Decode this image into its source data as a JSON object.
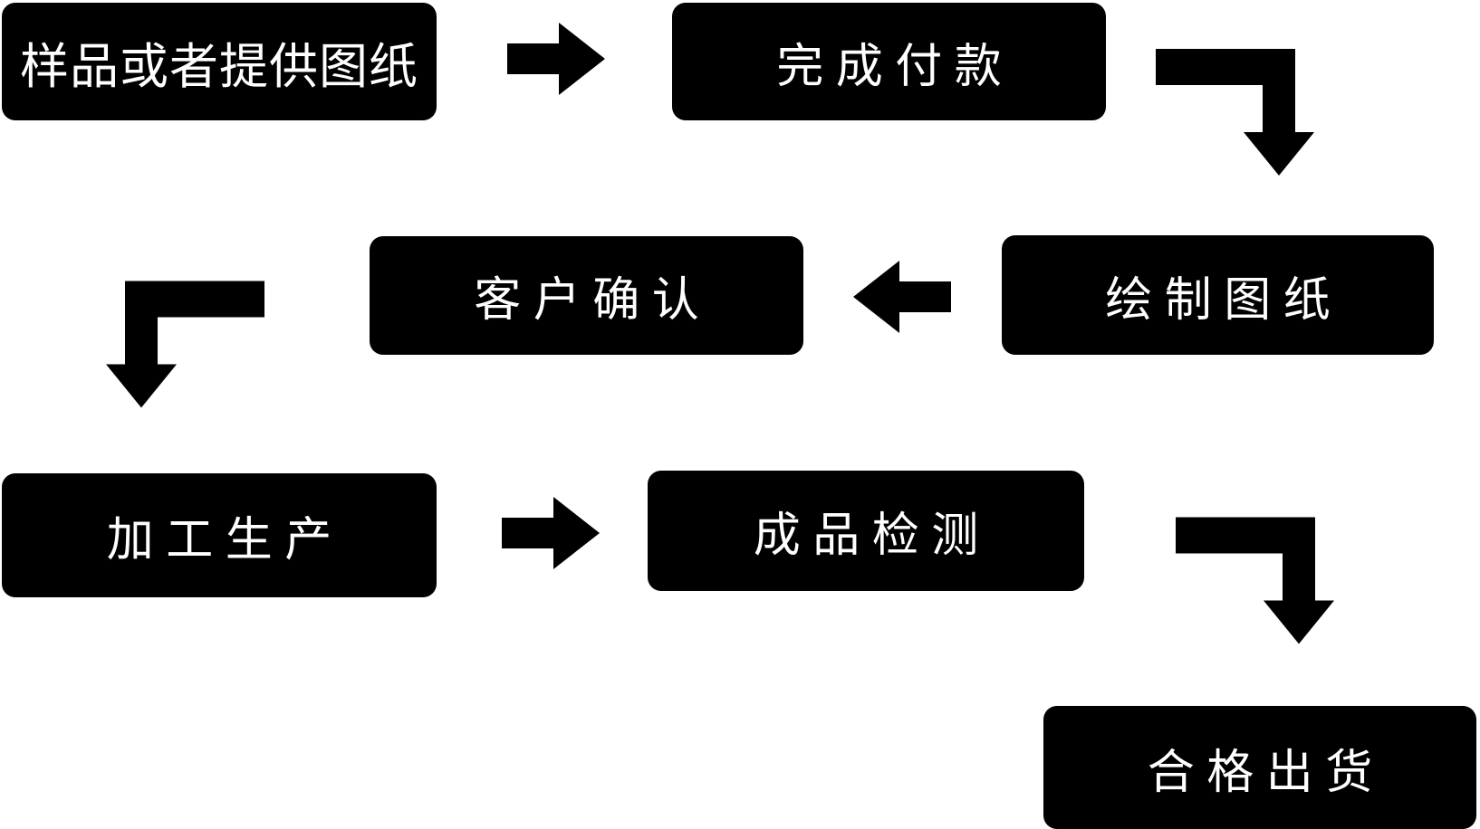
{
  "diagram": {
    "type": "flowchart",
    "colors": {
      "background": "#ffffff",
      "node_fill": "#000000",
      "node_text": "#ffffff",
      "arrow": "#000000"
    },
    "nodes": [
      {
        "label": "样品或者提供图纸"
      },
      {
        "label": "完成付款"
      },
      {
        "label": "绘制图纸"
      },
      {
        "label": "客户确认"
      },
      {
        "label": "加工生产"
      },
      {
        "label": "成品检测"
      },
      {
        "label": "合格出货"
      }
    ],
    "flow": [
      {
        "from": "样品或者提供图纸",
        "to": "完成付款",
        "connector": "arrow-right"
      },
      {
        "from": "完成付款",
        "to": "绘制图纸",
        "connector": "elbow-right-down"
      },
      {
        "from": "绘制图纸",
        "to": "客户确认",
        "connector": "arrow-left"
      },
      {
        "from": "客户确认",
        "to": "加工生产",
        "connector": "elbow-left-down"
      },
      {
        "from": "加工生产",
        "to": "成品检测",
        "connector": "arrow-right"
      },
      {
        "from": "成品检测",
        "to": "合格出货",
        "connector": "elbow-right-down"
      }
    ]
  }
}
